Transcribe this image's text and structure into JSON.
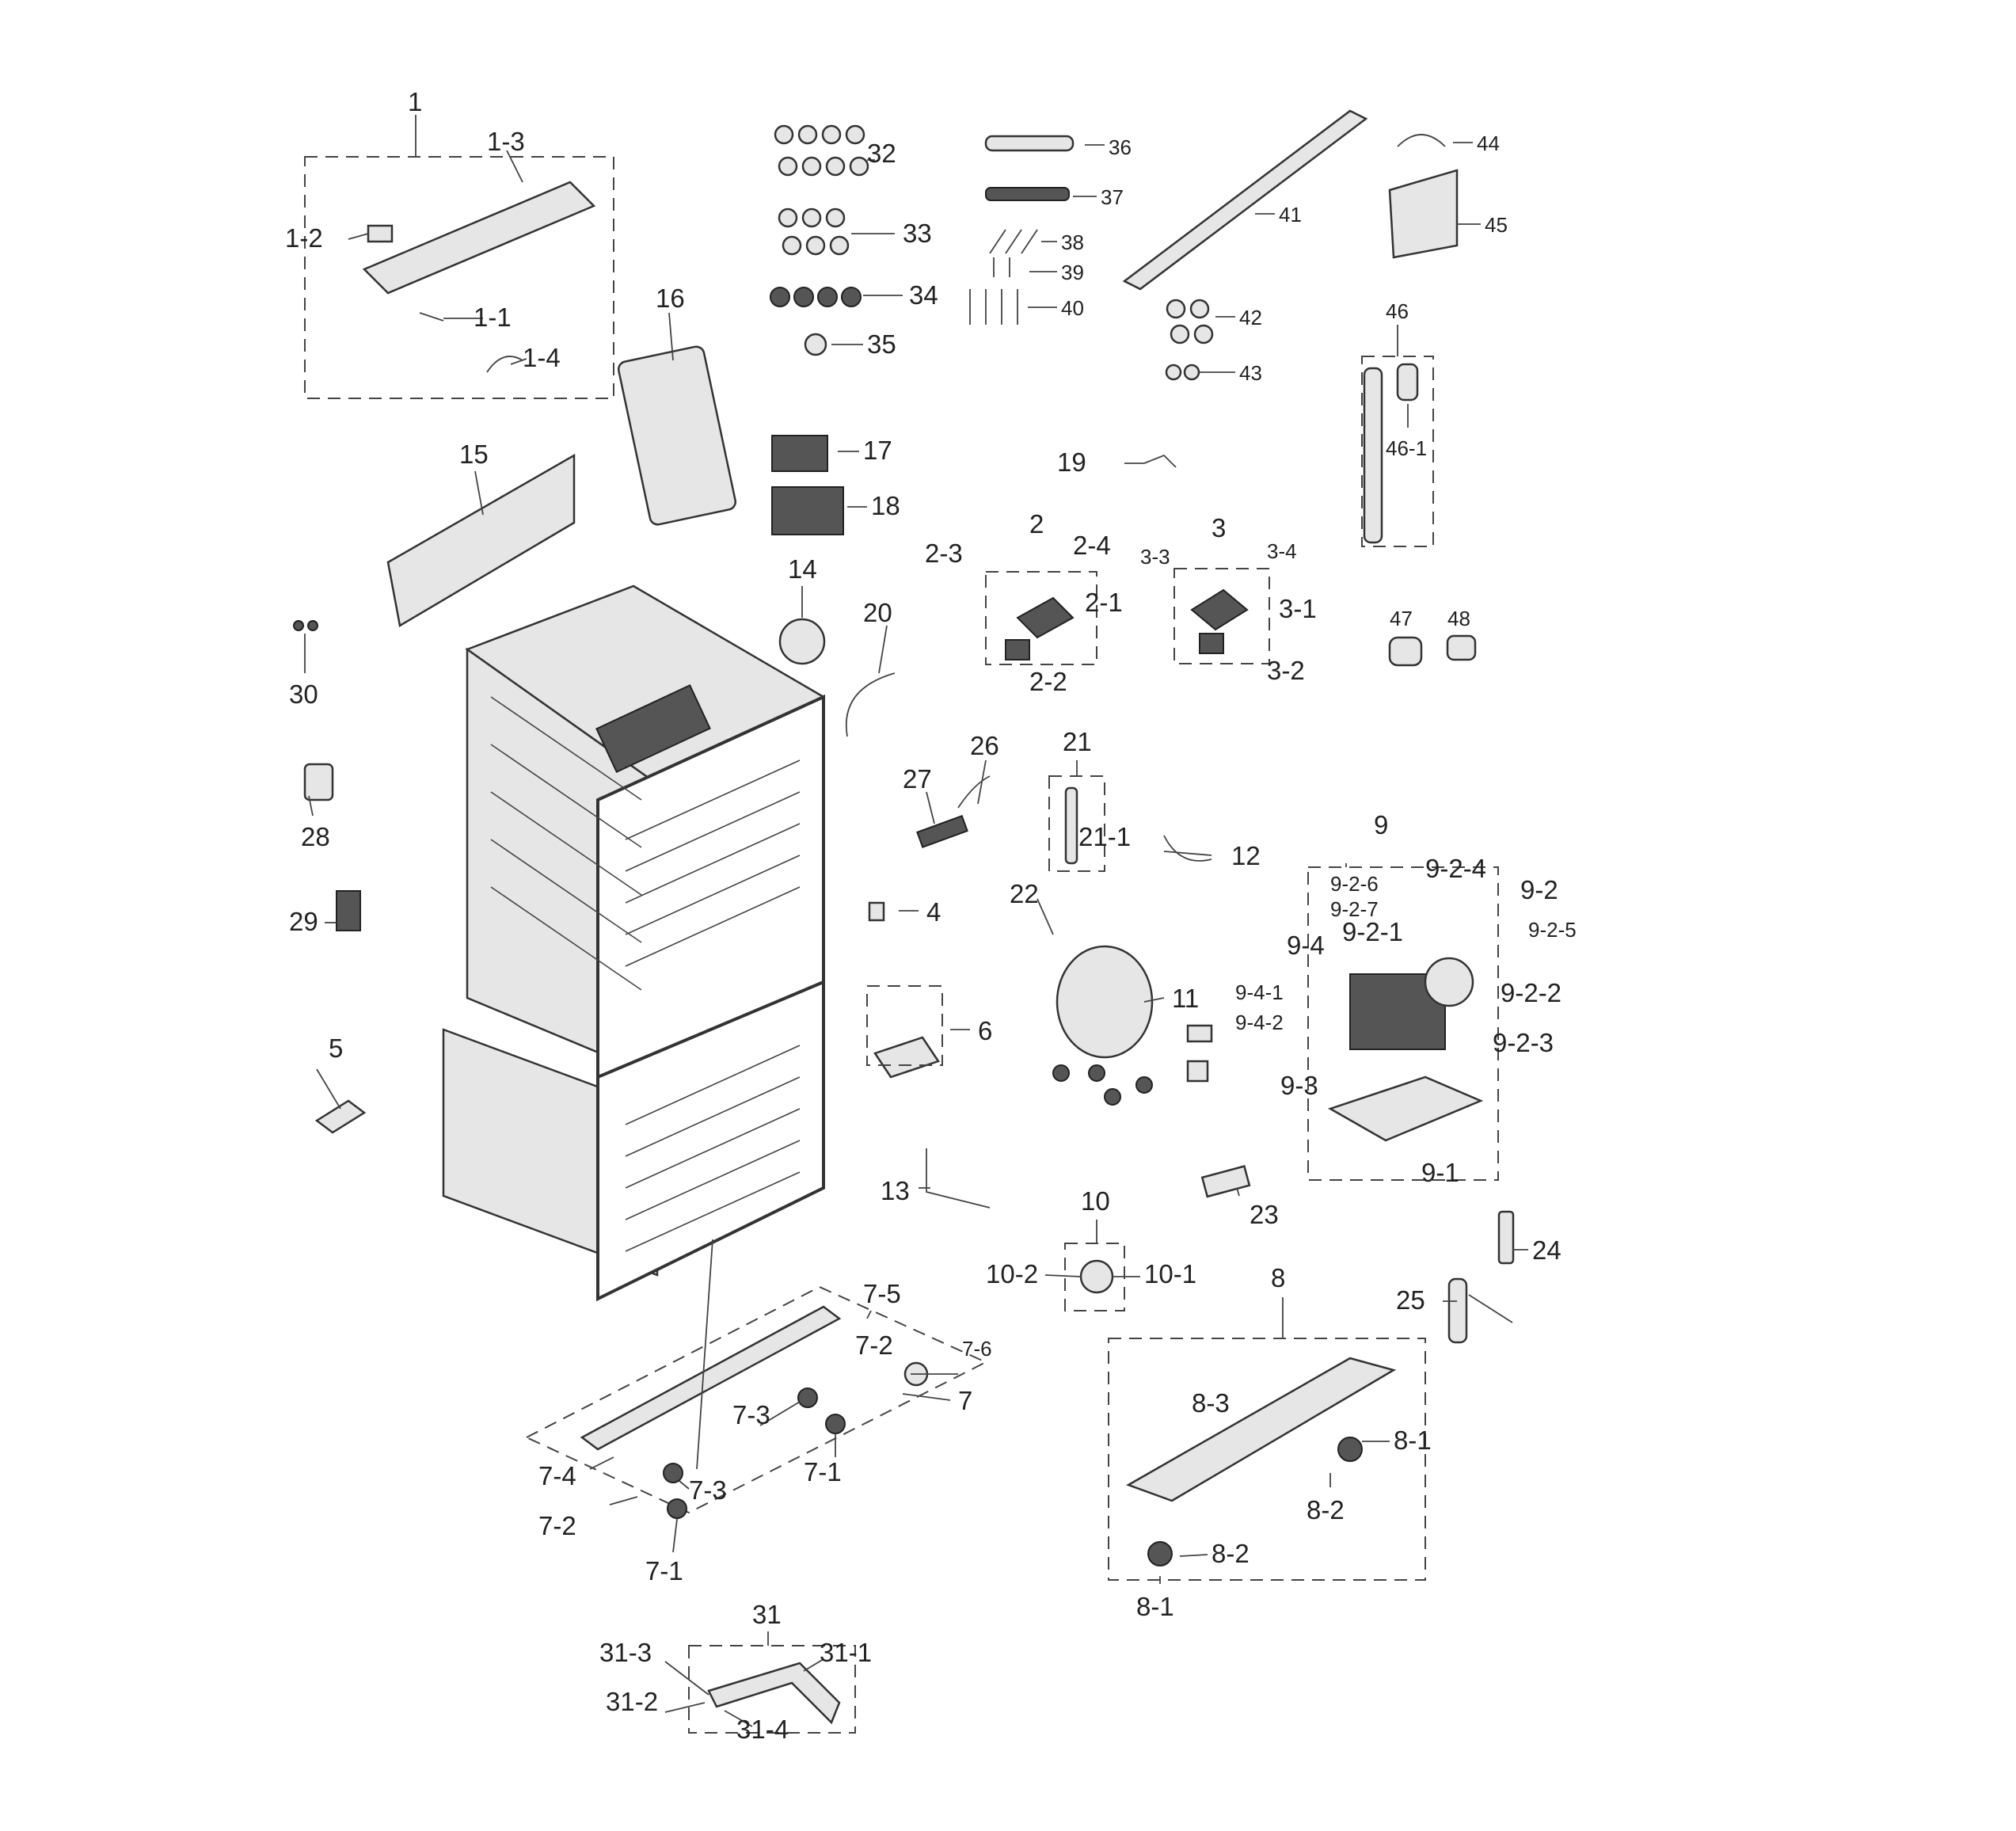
{
  "labels": {
    "p1": "1",
    "p1_1": "1-1",
    "p1_2": "1-2",
    "p1_3": "1-3",
    "p1_4": "1-4",
    "p2": "2",
    "p2_1": "2-1",
    "p2_2": "2-2",
    "p2_3": "2-3",
    "p2_4": "2-4",
    "p3": "3",
    "p3_1": "3-1",
    "p3_2": "3-2",
    "p3_3": "3-3",
    "p3_4": "3-4",
    "p4": "4",
    "p5": "5",
    "p6": "6",
    "p7": "7",
    "p7_1a": "7-1",
    "p7_1b": "7-1",
    "p7_2a": "7-2",
    "p7_2b": "7-2",
    "p7_3a": "7-3",
    "p7_3b": "7-3",
    "p7_4": "7-4",
    "p7_5": "7-5",
    "p7_6": "7-6",
    "p8": "8",
    "p8_1a": "8-1",
    "p8_1b": "8-1",
    "p8_2a": "8-2",
    "p8_2b": "8-2",
    "p8_3": "8-3",
    "p9": "9",
    "p9_1": "9-1",
    "p9_2": "9-2",
    "p9_2_1": "9-2-1",
    "p9_2_2": "9-2-2",
    "p9_2_3": "9-2-3",
    "p9_2_4": "9-2-4",
    "p9_2_5": "9-2-5",
    "p9_2_6": "9-2-6",
    "p9_2_7": "9-2-7",
    "p9_3": "9-3",
    "p9_4": "9-4",
    "p9_4_1": "9-4-1",
    "p9_4_2": "9-4-2",
    "p10": "10",
    "p10_1": "10-1",
    "p10_2": "10-2",
    "p11": "11",
    "p12": "12",
    "p13": "13",
    "p14": "14",
    "p15": "15",
    "p16": "16",
    "p17": "17",
    "p18": "18",
    "p19": "19",
    "p20": "20",
    "p21": "21",
    "p21_1": "21-1",
    "p22": "22",
    "p23": "23",
    "p24": "24",
    "p25": "25",
    "p26": "26",
    "p27": "27",
    "p28": "28",
    "p29": "29",
    "p30": "30",
    "p31": "31",
    "p31_1": "31-1",
    "p31_2": "31-2",
    "p31_3": "31-3",
    "p31_4": "31-4",
    "p32": "32",
    "p33": "33",
    "p34": "34",
    "p35": "35",
    "p36": "36",
    "p37": "37",
    "p38": "38",
    "p39": "39",
    "p40": "40",
    "p41": "41",
    "p42": "42",
    "p43": "43",
    "p44": "44",
    "p45": "45",
    "p46": "46",
    "p46_1": "46-1",
    "p47": "47",
    "p48": "48"
  }
}
